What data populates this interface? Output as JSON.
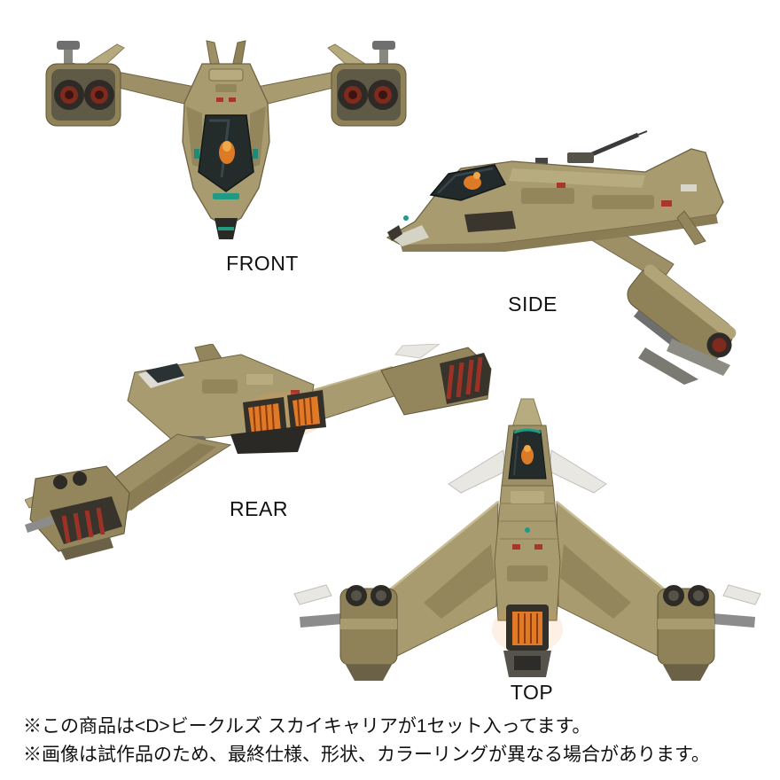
{
  "page": {
    "background": "#ffffff"
  },
  "views": {
    "front": {
      "label": "FRONT"
    },
    "side": {
      "label": "SIDE"
    },
    "rear": {
      "label": "REAR"
    },
    "top": {
      "label": "TOP"
    }
  },
  "notes": {
    "line1": "※この商品は<D>ビークルズ スカイキャリアが1セット入ってます。",
    "line2": "※画像は試作品のため、最終仕様、形状、カラーリングが異なる場合があります。"
  },
  "palette": {
    "body_khaki": "#a89b6f",
    "body_dark": "#8a7d55",
    "panel_light": "#b7ab80",
    "detail_dark": "#2e2c28",
    "metal_gray": "#8c8c8c",
    "canopy": "#232b2b",
    "pilot_orange": "#dd7a26",
    "thruster_orange": "#e07a26",
    "grille_red": "#9c3226",
    "accent_red": "#a8372b",
    "teal_light": "#1e9b82",
    "text": "#111111"
  }
}
